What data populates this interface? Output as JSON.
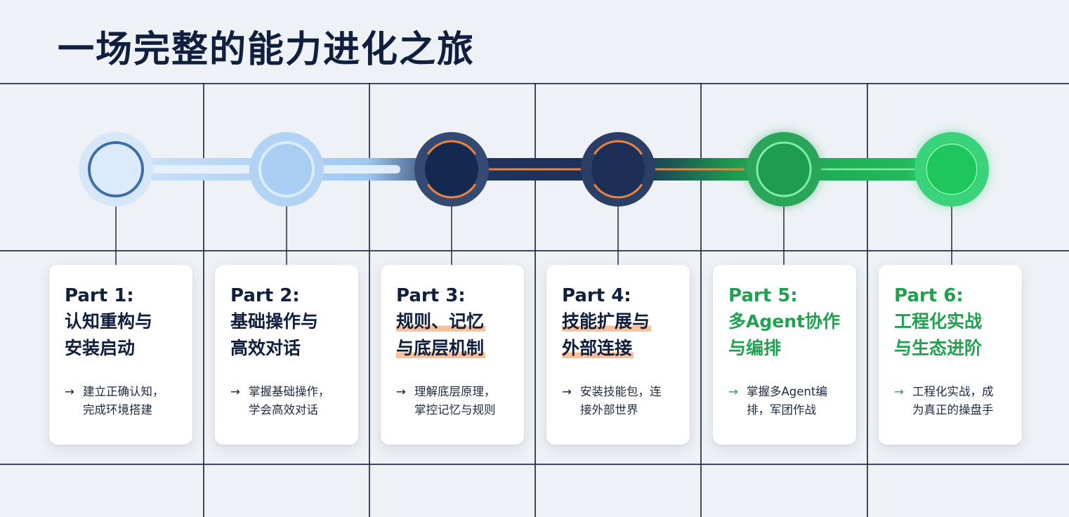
{
  "title": "一场完整的能力进化之旅",
  "stages": [
    {
      "part": "Part 1:",
      "name": [
        "认知重构与",
        "安装启动"
      ],
      "desc": [
        "建立正确认知，",
        "完成环境搭建"
      ]
    },
    {
      "part": "Part 2:",
      "name": [
        "基础操作与",
        "高效对话"
      ],
      "desc": [
        "掌握基础操作，",
        "学会高效对话"
      ]
    },
    {
      "part": "Part 3:",
      "name": [
        "规则、记忆",
        "与底层机制"
      ],
      "desc": [
        "理解底层原理，",
        "掌控记忆与规则"
      ]
    },
    {
      "part": "Part 4:",
      "name": [
        "技能扩展与",
        "外部连接"
      ],
      "desc": [
        "安装技能包，连",
        "接外部世界"
      ]
    },
    {
      "part": "Part 5:",
      "name": [
        "多Agent协作",
        "与编排"
      ],
      "desc": [
        "掌握多Agent编",
        "排，军团作战"
      ]
    },
    {
      "part": "Part 6:",
      "name": [
        "工程化实战",
        "与生态进阶"
      ],
      "desc": [
        "工程化实战，成",
        "为真正的操盘手"
      ]
    }
  ],
  "colors": {
    "title": "#0f1f3d",
    "node_fill": [
      "#dcebfb",
      "#a9cdf3",
      "#15284f",
      "#1d2f57",
      "#1e9c50",
      "#1ec65e"
    ],
    "node_ring": [
      "#3d6ea8",
      "#dcecfb",
      "#e8843e",
      "#e8843e",
      "#7ef0a4",
      "#16b653"
    ],
    "halo": [
      "#d7e7f8",
      "#b3d3f4",
      "#344a73",
      "#2b3e66",
      "#2aa55a",
      "#3ad27a"
    ],
    "text": [
      "#0f1f3d",
      "#0f1f3d",
      "#0f1f3d",
      "#0f1f3d",
      "#1fa14f",
      "#1fa14f"
    ],
    "connector_orange": "#e8843e"
  },
  "highlight_stages": [
    2,
    3
  ],
  "arrow_glyph": "→"
}
